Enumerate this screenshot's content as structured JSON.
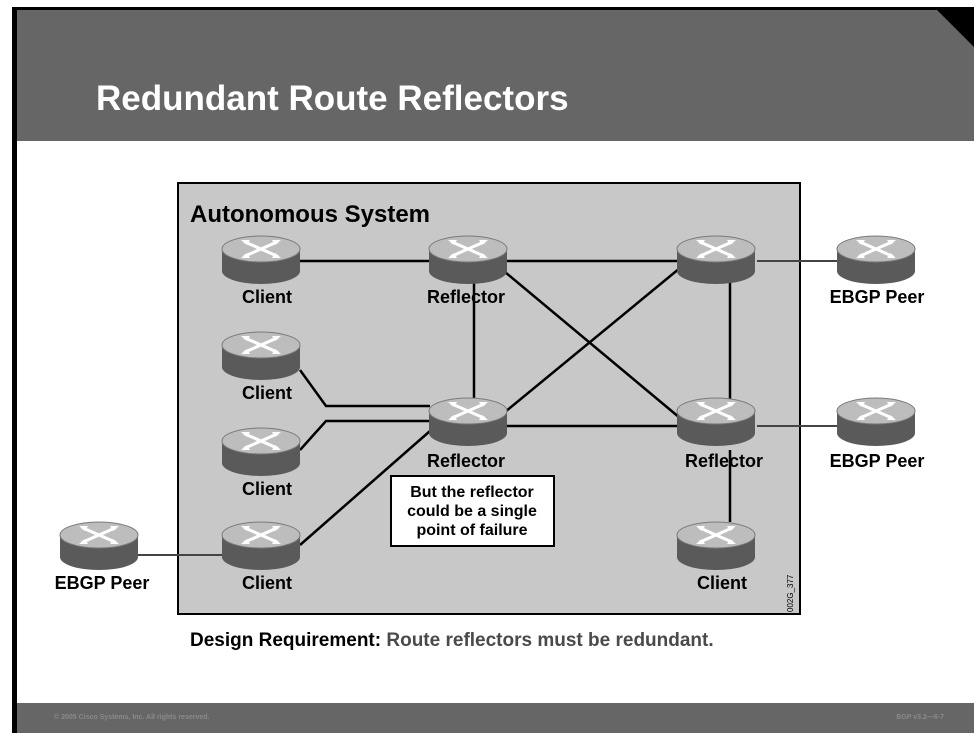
{
  "slide": {
    "title": "Redundant Route Reflectors",
    "footer_left": "© 2005 Cisco Systems, Inc. All rights reserved.",
    "footer_right": "BGP v3.2—6-7",
    "colors": {
      "header": "#666666",
      "as_box": "#c8c8c8",
      "router": "#7a7a7a"
    }
  },
  "diagram": {
    "as_label": "Autonomous System",
    "figure_id": "002G_377",
    "note": [
      "But the reflector",
      "could be a single",
      "point of failure"
    ],
    "routers": [
      {
        "id": "client-1",
        "label": "Client",
        "role": "client"
      },
      {
        "id": "reflector-1",
        "label": "Reflector",
        "role": "reflector"
      },
      {
        "id": "router-top-right",
        "label": "",
        "role": "reflector"
      },
      {
        "id": "client-2",
        "label": "Client",
        "role": "client"
      },
      {
        "id": "client-3",
        "label": "Client",
        "role": "client"
      },
      {
        "id": "reflector-2",
        "label": "Reflector",
        "role": "reflector"
      },
      {
        "id": "reflector-3",
        "label": "Reflector",
        "role": "reflector"
      },
      {
        "id": "client-4",
        "label": "Client",
        "role": "client"
      },
      {
        "id": "client-5",
        "label": "Client",
        "role": "client"
      },
      {
        "id": "ebgp-peer-1",
        "label": "EBGP Peer",
        "role": "ebgp"
      },
      {
        "id": "ebgp-peer-2",
        "label": "EBGP Peer",
        "role": "ebgp"
      },
      {
        "id": "ebgp-peer-3",
        "label": "EBGP Peer",
        "role": "ebgp"
      }
    ],
    "links": [
      [
        "client-1",
        "reflector-1"
      ],
      [
        "reflector-1",
        "router-top-right"
      ],
      [
        "reflector-1",
        "reflector-2"
      ],
      [
        "reflector-1",
        "reflector-3"
      ],
      [
        "reflector-2",
        "router-top-right"
      ],
      [
        "reflector-2",
        "reflector-3"
      ],
      [
        "router-top-right",
        "reflector-3"
      ],
      [
        "client-2",
        "reflector-2"
      ],
      [
        "client-3",
        "reflector-2"
      ],
      [
        "client-4",
        "reflector-2"
      ],
      [
        "reflector-3",
        "client-5"
      ],
      [
        "router-top-right",
        "ebgp-peer-1"
      ],
      [
        "reflector-3",
        "ebgp-peer-2"
      ],
      [
        "client-4",
        "ebgp-peer-3"
      ]
    ]
  },
  "caption": {
    "label": "Design Requirement:",
    "text": "Route reflectors must be redundant."
  }
}
